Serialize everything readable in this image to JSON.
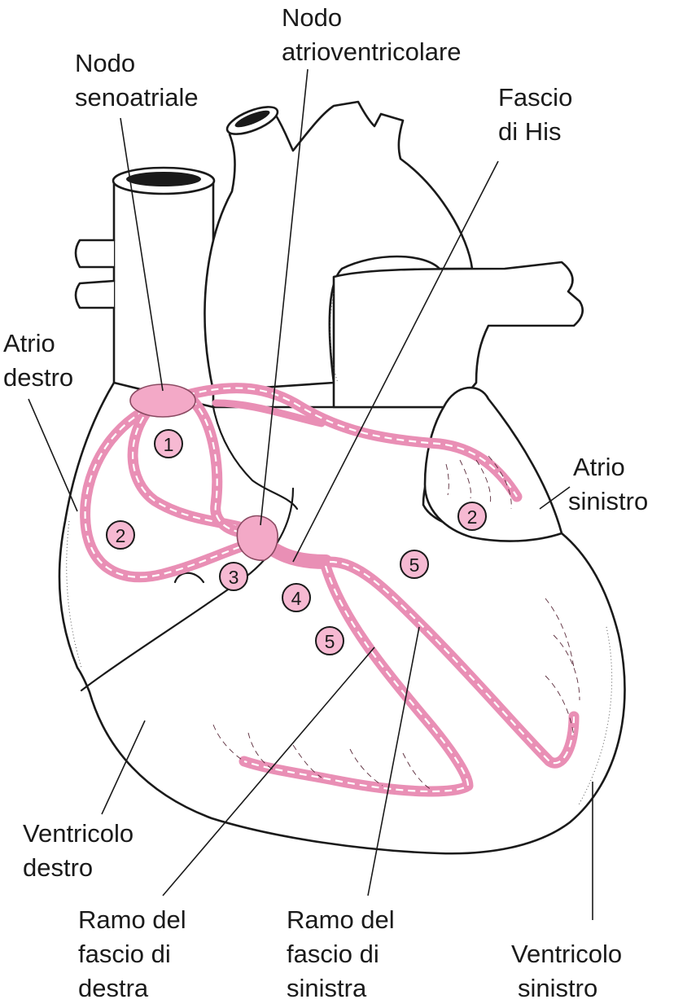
{
  "labels": {
    "nodo_senoatriale": [
      "Nodo",
      "senoatriale"
    ],
    "nodo_atrioventricolare": [
      "Nodo",
      "atrioventricolare"
    ],
    "fascio_di_his": [
      "Fascio",
      "di His"
    ],
    "atrio_destro": [
      "Atrio",
      "destro"
    ],
    "atrio_sinistro": [
      "Atrio",
      "sinistro"
    ],
    "ventricolo_destro": [
      "Ventricolo",
      "destro"
    ],
    "ventricolo_sinistro": [
      "Ventricolo",
      "sinistro"
    ],
    "ramo_destra": [
      "Ramo del",
      "fascio di",
      "destra"
    ],
    "ramo_sinistra": [
      "Ramo del",
      "fascio di",
      "sinistra"
    ]
  },
  "markers": {
    "m1": "1",
    "m2_right": "2",
    "m2_left": "2",
    "m3": "3",
    "m4": "4",
    "m5_upper": "5",
    "m5_lower": "5"
  },
  "colors": {
    "conduction_pink": "#e98fb5",
    "node_pink": "#f3a9c7",
    "marker_pink": "#f6b9d2",
    "outline": "#1a1a1a"
  }
}
